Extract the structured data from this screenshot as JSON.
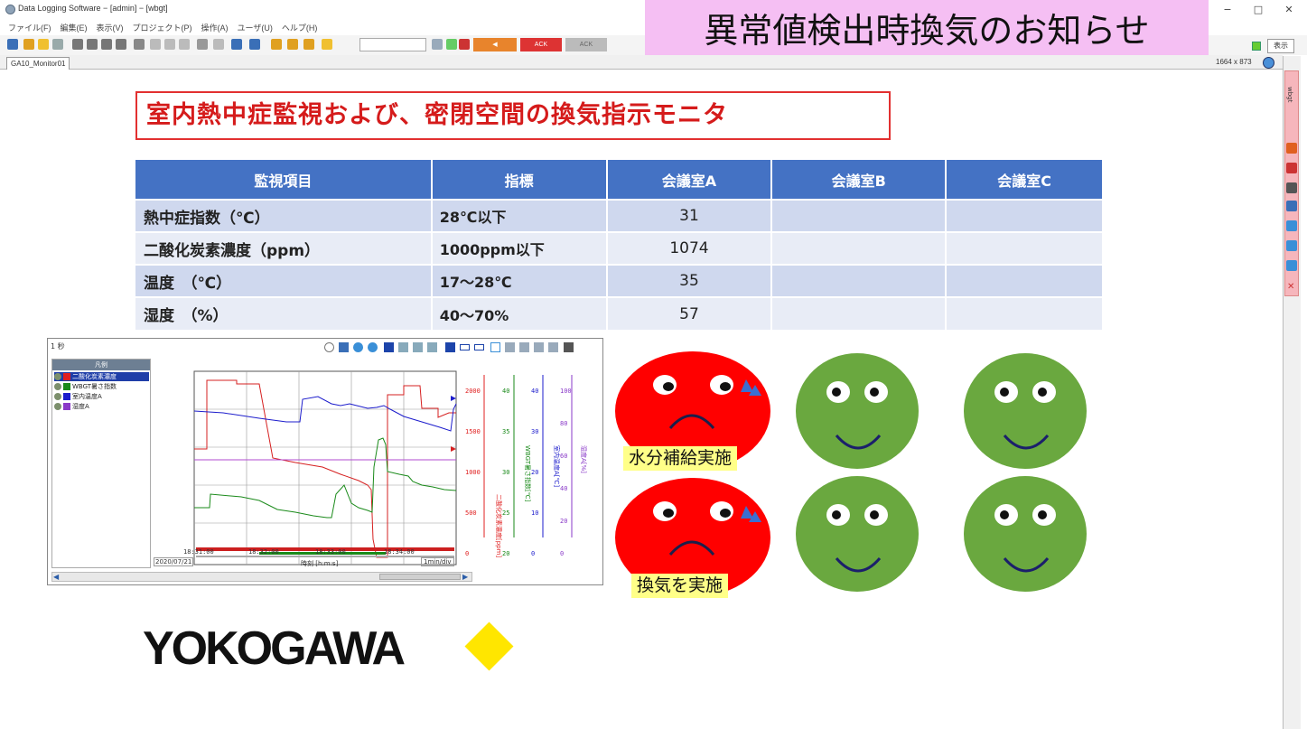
{
  "window": {
    "title": "Data Logging Software − [admin] − [wbgt]",
    "controls": {
      "minimize": "−",
      "maximize": "□",
      "close": "✕"
    }
  },
  "menu": [
    "ファイル(F)",
    "編集(E)",
    "表示(V)",
    "プロジェクト(P)",
    "操作(A)",
    "ユーザ(U)",
    "ヘルプ(H)"
  ],
  "toolbar": {
    "ack_label": "ACK",
    "ack2_label": "ACK",
    "right_button": "表示"
  },
  "notice": "異常値検出時換気のお知らせ",
  "tab": "GA10_Monitor01",
  "canvas_size": "1664 x 873",
  "sidebar_label": "wbgt",
  "heading": "室内熱中症監視および、密閉空間の換気指示モニタ",
  "table": {
    "headers": [
      "監視項目",
      "指標",
      "会議室A",
      "会議室B",
      "会議室C"
    ],
    "rows": [
      {
        "item": "熱中症指数（℃）",
        "index": "28℃以下",
        "a": "31",
        "b": "",
        "c": ""
      },
      {
        "item": "二酸化炭素濃度（ppm）",
        "index": "1000ppm以下",
        "a": "1074",
        "b": "",
        "c": ""
      },
      {
        "item": "温度　（℃）",
        "index": "17～28℃",
        "a": "35",
        "b": "",
        "c": ""
      },
      {
        "item": "湿度　（%）",
        "index": "40～70%",
        "a": "57",
        "b": "",
        "c": ""
      }
    ]
  },
  "trend": {
    "interval": "1 秒",
    "legend_title": "凡例",
    "legend": [
      {
        "label": "二酸化炭素濃度",
        "color": "#e02020"
      },
      {
        "label": "WBGT暑さ指数",
        "color": "#1a8a1a"
      },
      {
        "label": "室内温度A",
        "color": "#1c1ccc"
      },
      {
        "label": "湿度A",
        "color": "#8a3ac8"
      }
    ],
    "x_ticks": [
      "18:31:00",
      "18:32:00",
      "18:33:00",
      "18:34:00"
    ],
    "date": "2020/07/21",
    "xlabel": "時刻 [h:m:s]",
    "div": "1min/div",
    "axis_labels": [
      "二酸化炭素濃度[ppm]",
      "WBGT暑さ指数[℃]",
      "室内温度A[℃]",
      "湿度A[%]"
    ],
    "axes": [
      {
        "color": "#e02020",
        "ticks": [
          "2000",
          "1500",
          "1000",
          "500",
          "0"
        ]
      },
      {
        "color": "#1a8a1a",
        "ticks": [
          "40",
          "35",
          "30",
          "25",
          "20"
        ]
      },
      {
        "color": "#1c1ccc",
        "ticks": [
          "40",
          "30",
          "20",
          "10",
          "0"
        ]
      },
      {
        "color": "#8a3ac8",
        "ticks": [
          "100",
          "80",
          "60",
          "40",
          "20",
          "0"
        ]
      }
    ]
  },
  "status": {
    "room_a": {
      "face": "bad",
      "message": "水分補給実施"
    },
    "room_a_vent": {
      "face": "bad",
      "message": "換気を実施"
    },
    "room_b": {
      "face": "good"
    },
    "room_c": {
      "face": "good"
    }
  },
  "logo": "YOKOGAWA",
  "colors": {
    "header_blue": "#4472c4",
    "alert_red": "#ff0000",
    "ok_green": "#6aa83f",
    "notice_pink": "#f5bff3",
    "logo_yellow": "#ffe600"
  }
}
